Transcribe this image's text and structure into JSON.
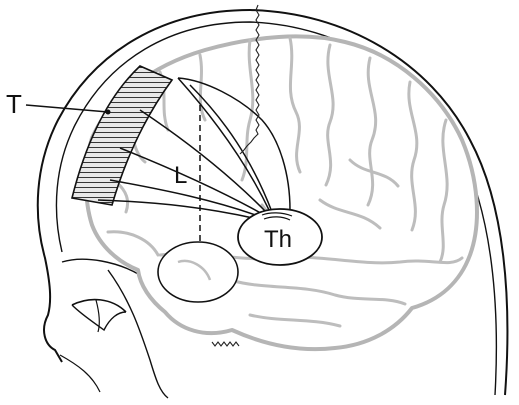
{
  "labels": {
    "target": "T",
    "lesion": "L",
    "thalamus": "Th"
  },
  "colors": {
    "outline": "#111111",
    "brain": "#b5b5b5",
    "brain_fill": "#ffffff",
    "hatch_fill": "#e6e6e6"
  }
}
